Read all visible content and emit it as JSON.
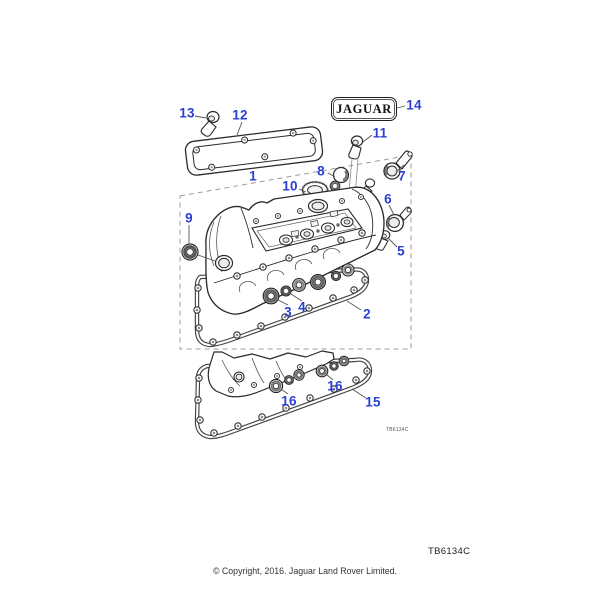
{
  "badge": {
    "text": "JAGUAR"
  },
  "callouts": [
    {
      "label": "1"
    },
    {
      "label": "2"
    },
    {
      "label": "3"
    },
    {
      "label": "4"
    },
    {
      "label": "5"
    },
    {
      "label": "6"
    },
    {
      "label": "7"
    },
    {
      "label": "8"
    },
    {
      "label": "9"
    },
    {
      "label": "10"
    },
    {
      "label": "11"
    },
    {
      "label": "12"
    },
    {
      "label": "13"
    },
    {
      "label": "14"
    },
    {
      "label": "15"
    },
    {
      "label": "16"
    },
    {
      "label": "16"
    }
  ],
  "footnotes": {
    "diagram_code_inline": "TB6134C",
    "diagram_code": "TB6134C",
    "copyright": "© Copyright, 2016. Jaguar Land Rover Limited."
  },
  "colors": {
    "callout": "#2b3fd6",
    "line": "#2b2b2b",
    "dashed_box": "#9c9c9c"
  }
}
